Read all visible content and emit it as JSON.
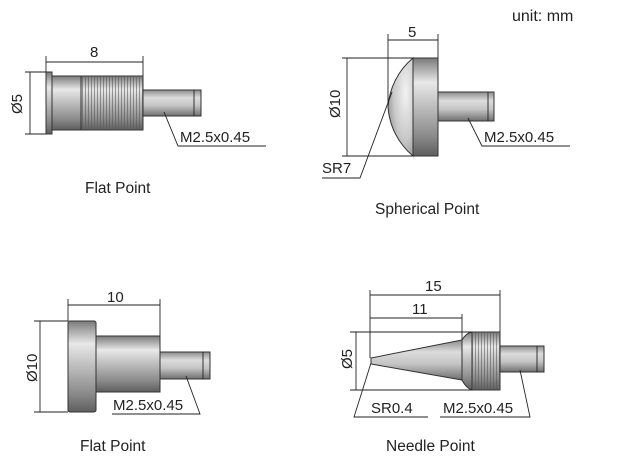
{
  "unit_label": "unit: mm",
  "parts": [
    {
      "caption": "Flat Point",
      "dims": {
        "length": "8",
        "diameter": "Ø5",
        "thread": "M2.5x0.45"
      }
    },
    {
      "caption": "Spherical Point",
      "dims": {
        "length": "5",
        "diameter": "Ø10",
        "radius": "SR7",
        "thread": "M2.5x0.45"
      }
    },
    {
      "caption": "Flat Point",
      "dims": {
        "length": "10",
        "diameter": "Ø10",
        "thread": "M2.5x0.45"
      }
    },
    {
      "caption": "Needle Point",
      "dims": {
        "total_length": "15",
        "needle_length": "11",
        "diameter": "Ø5",
        "radius": "SR0.4",
        "thread": "M2.5x0.45"
      }
    }
  ]
}
